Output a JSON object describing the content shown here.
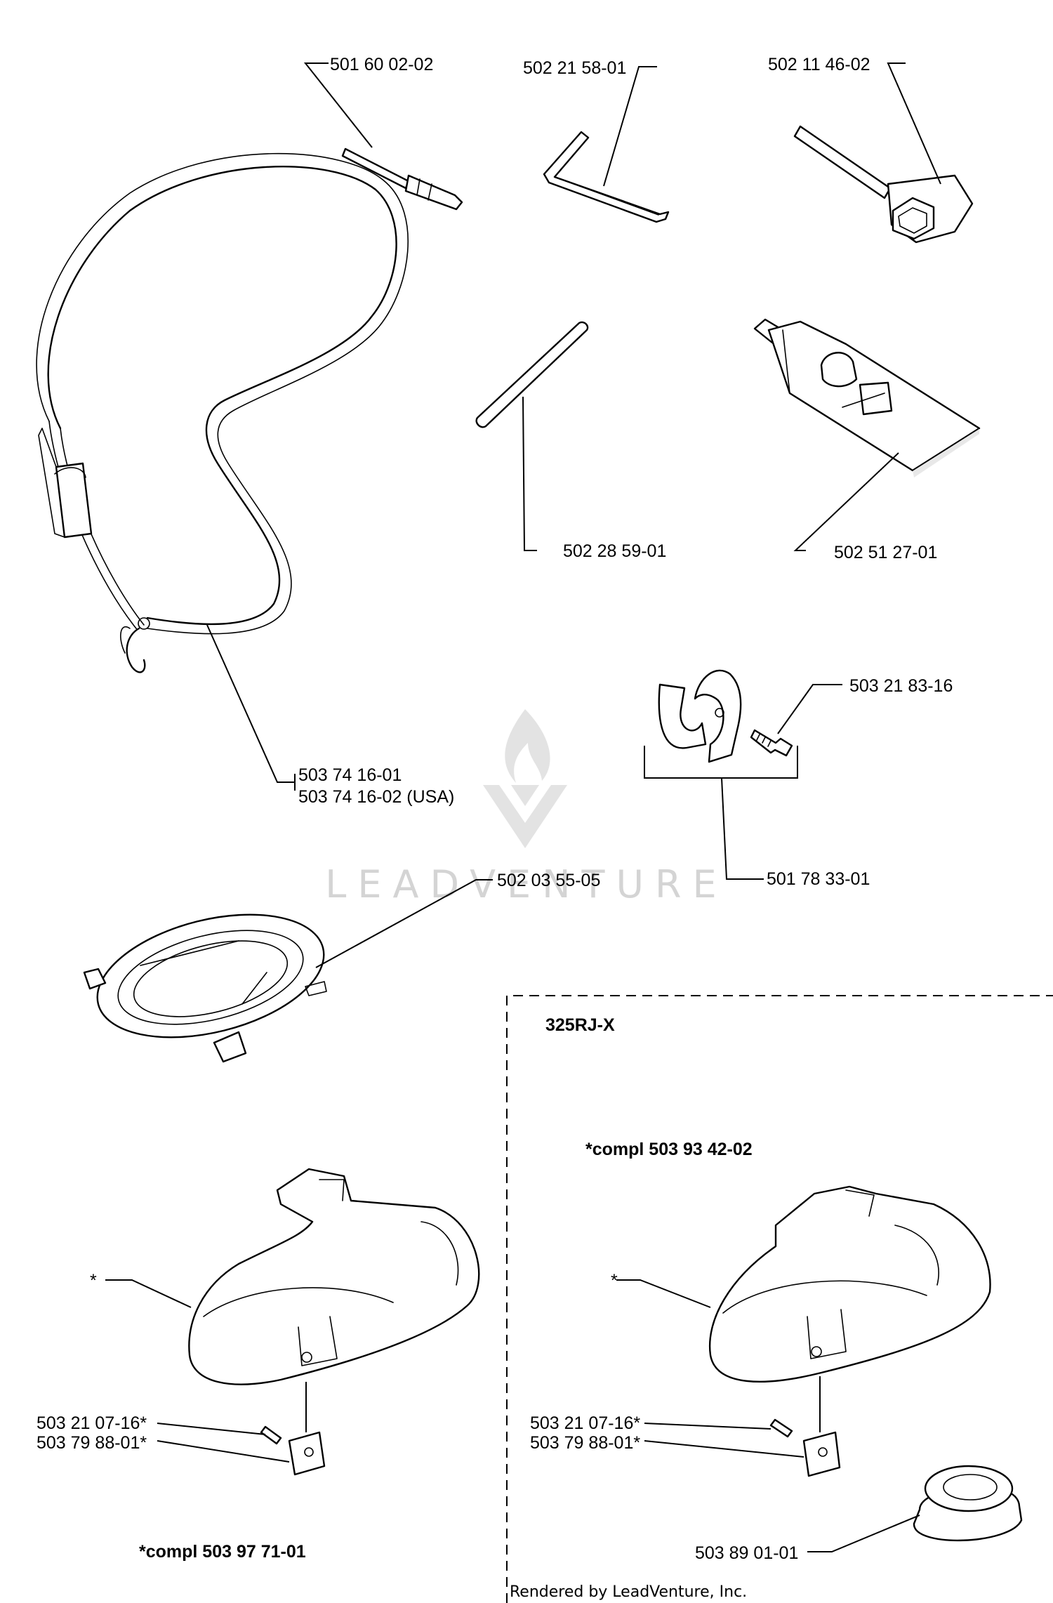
{
  "parts": {
    "p_501_60_02_02": "501 60 02-02",
    "p_502_21_58_01": "502 21 58-01",
    "p_502_11_46_02": "502 11 46-02",
    "p_502_28_59_01": "502 28 59-01",
    "p_502_51_27_01": "502 51 27-01",
    "p_503_21_83_16": "503 21 83-16",
    "p_503_74_16_01": "503 74 16-01",
    "p_503_74_16_02": "503 74 16-02 (USA)",
    "p_501_78_33_01": "501 78 33-01",
    "p_502_03_55_05": "502 03 55-05",
    "left_guard_star": "*",
    "left_screw": "503 21 07-16*",
    "left_plate": "503 79 88-01*",
    "left_compl": "*compl 503 97 71-01",
    "right_guard_star": "*",
    "right_screw": "503 21 07-16*",
    "right_plate": "503 79 88-01*",
    "right_compl": "*compl 503 93 42-02",
    "p_503_89_01_01": "503 89 01-01"
  },
  "section": {
    "model": "325RJ-X"
  },
  "footer": {
    "rendered_by": "Rendered by LeadVenture, Inc."
  },
  "watermark": {
    "text": "LEADVENTURE"
  },
  "colors": {
    "ink": "#000000",
    "watermark": "#d4d4d4",
    "background": "#ffffff"
  }
}
